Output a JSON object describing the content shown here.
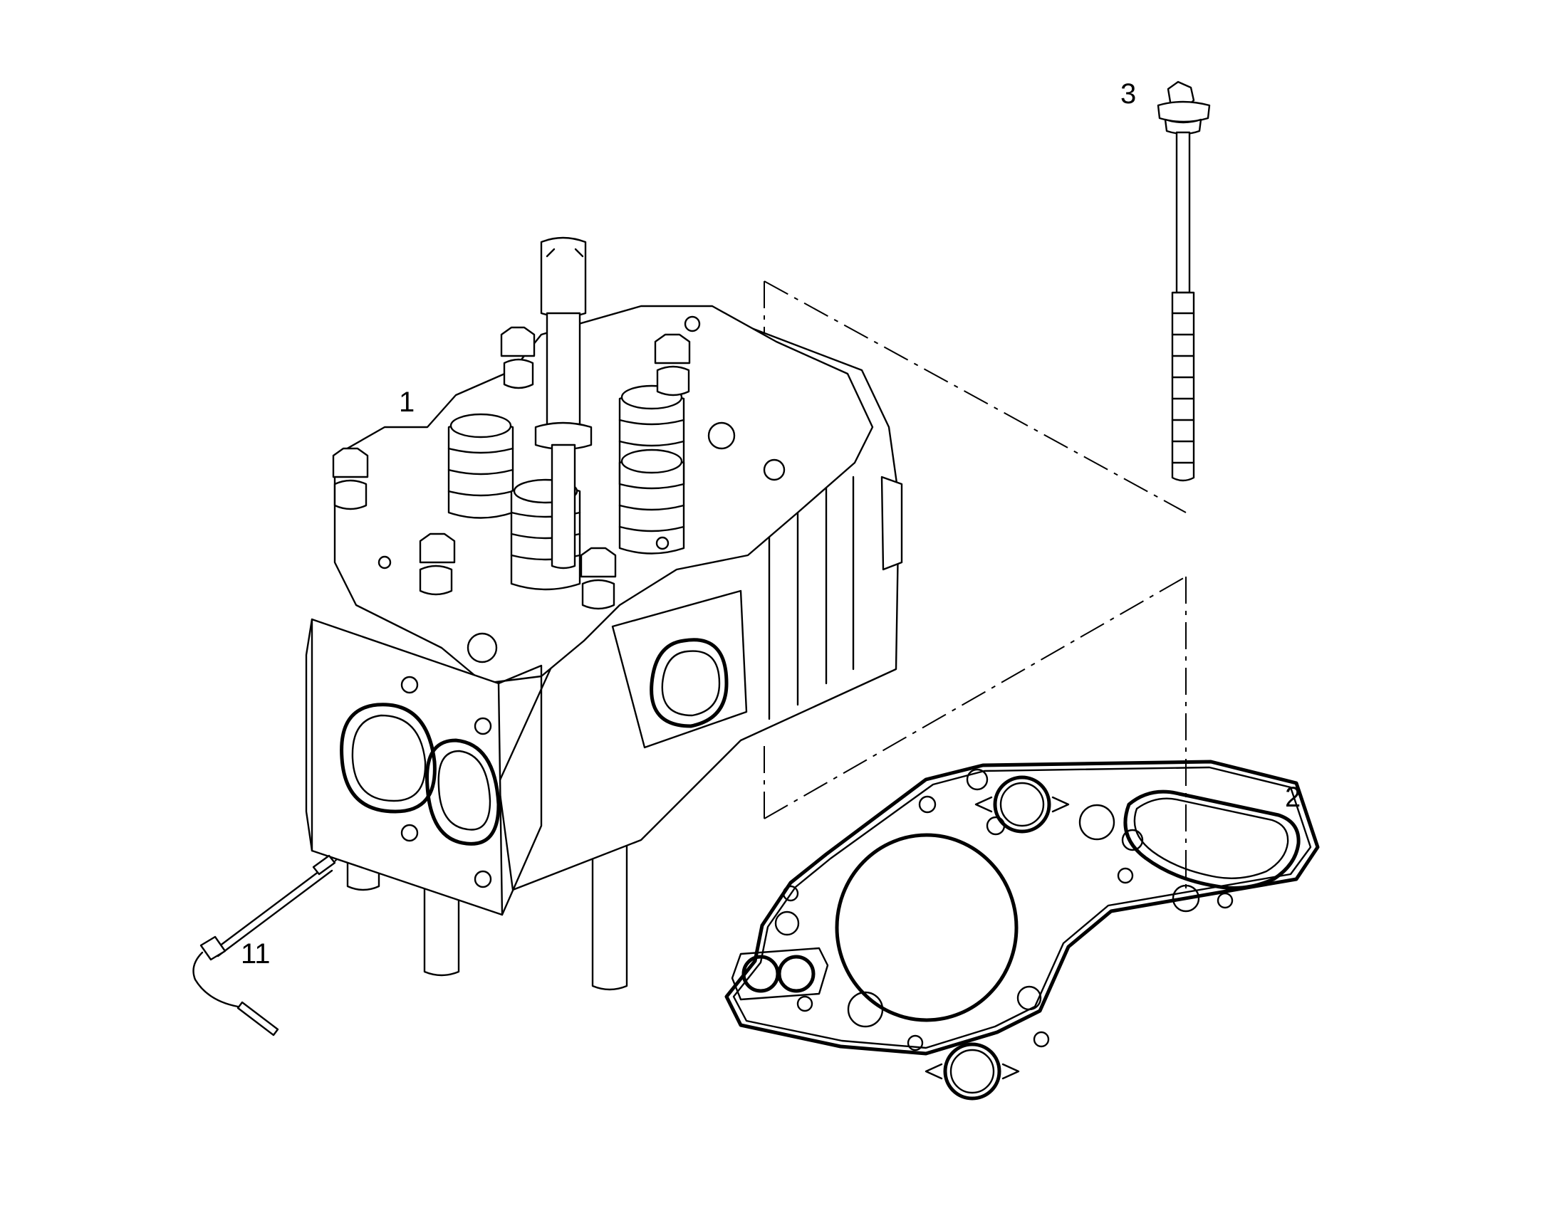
{
  "diagram": {
    "callouts": [
      {
        "id": "1",
        "text": "1",
        "part": "cylinder-head-assembly"
      },
      {
        "id": "2",
        "text": "2",
        "part": "cylinder-head-gasket"
      },
      {
        "id": "3",
        "text": "3",
        "part": "cylinder-head-bolt"
      },
      {
        "id": "11",
        "text": "11",
        "part": "temperature-sensor"
      }
    ],
    "line_color": "#000000",
    "background": "#ffffff"
  }
}
